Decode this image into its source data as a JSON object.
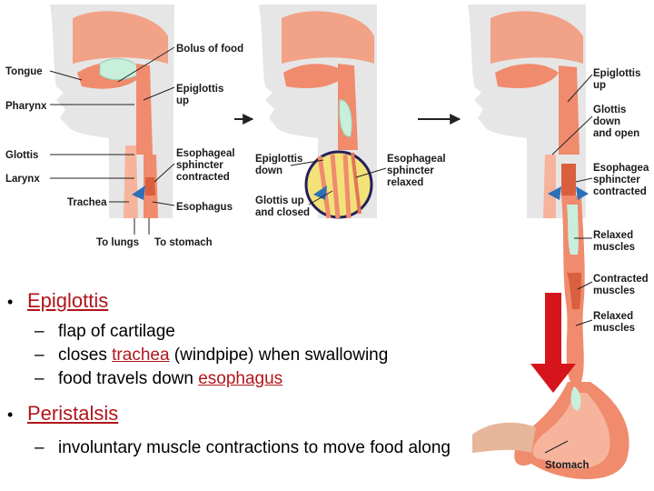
{
  "labels": {
    "tongue": "Tongue",
    "pharynx": "Pharynx",
    "glottis": "Glottis",
    "larynx": "Larynx",
    "trachea": "Trachea",
    "to_lungs": "To lungs",
    "to_stomach": "To stomach",
    "bolus": "Bolus of food",
    "epiglottis_up": [
      "Epiglottis",
      "up"
    ],
    "esoph_contracted": [
      "Esophageal",
      "sphincter",
      "contracted"
    ],
    "esophagus": "Esophagus",
    "epiglottis_down": [
      "Epiglottis",
      "down"
    ],
    "glottis_up_closed": [
      "Glottis up",
      "and closed"
    ],
    "esoph_relaxed": [
      "Esophageal",
      "sphincter",
      "relaxed"
    ],
    "epiglottis_up_r": [
      "Epiglottis",
      "up"
    ],
    "glottis_down_open": [
      "Glottis",
      "down",
      "and open"
    ],
    "esoph_contracted_r": [
      "Esophagea",
      "sphincter",
      "contracted"
    ],
    "relaxed_1": [
      "Relaxed",
      "muscles"
    ],
    "contracted": [
      "Contracted",
      "muscles"
    ],
    "relaxed_2": [
      "Relaxed",
      "muscles"
    ],
    "stomach": "Stomach"
  },
  "bullets": [
    {
      "term": "Epiglottis",
      "items": [
        {
          "pre": "flap of cartilage",
          "link": "",
          "post": ""
        },
        {
          "pre": "closes ",
          "link": "trachea",
          "post": " (windpipe) when swallowing"
        },
        {
          "pre": "food travels down ",
          "link": "esophagus",
          "post": ""
        }
      ]
    },
    {
      "term": "Peristalsis",
      "items": [
        {
          "pre": "involuntary muscle contractions to move food along",
          "link": "",
          "post": ""
        }
      ]
    }
  ],
  "colors": {
    "tissue": "#f08b6d",
    "tissue_light": "#f7b49c",
    "tissue_dark": "#d8603f",
    "skin": "#e7e7e7",
    "food": "#c8efdc",
    "arrow_red": "#d6141b",
    "callout_yellow": "#f3e27a",
    "callout_ring": "#25205a",
    "link_red": "#b0161c"
  }
}
